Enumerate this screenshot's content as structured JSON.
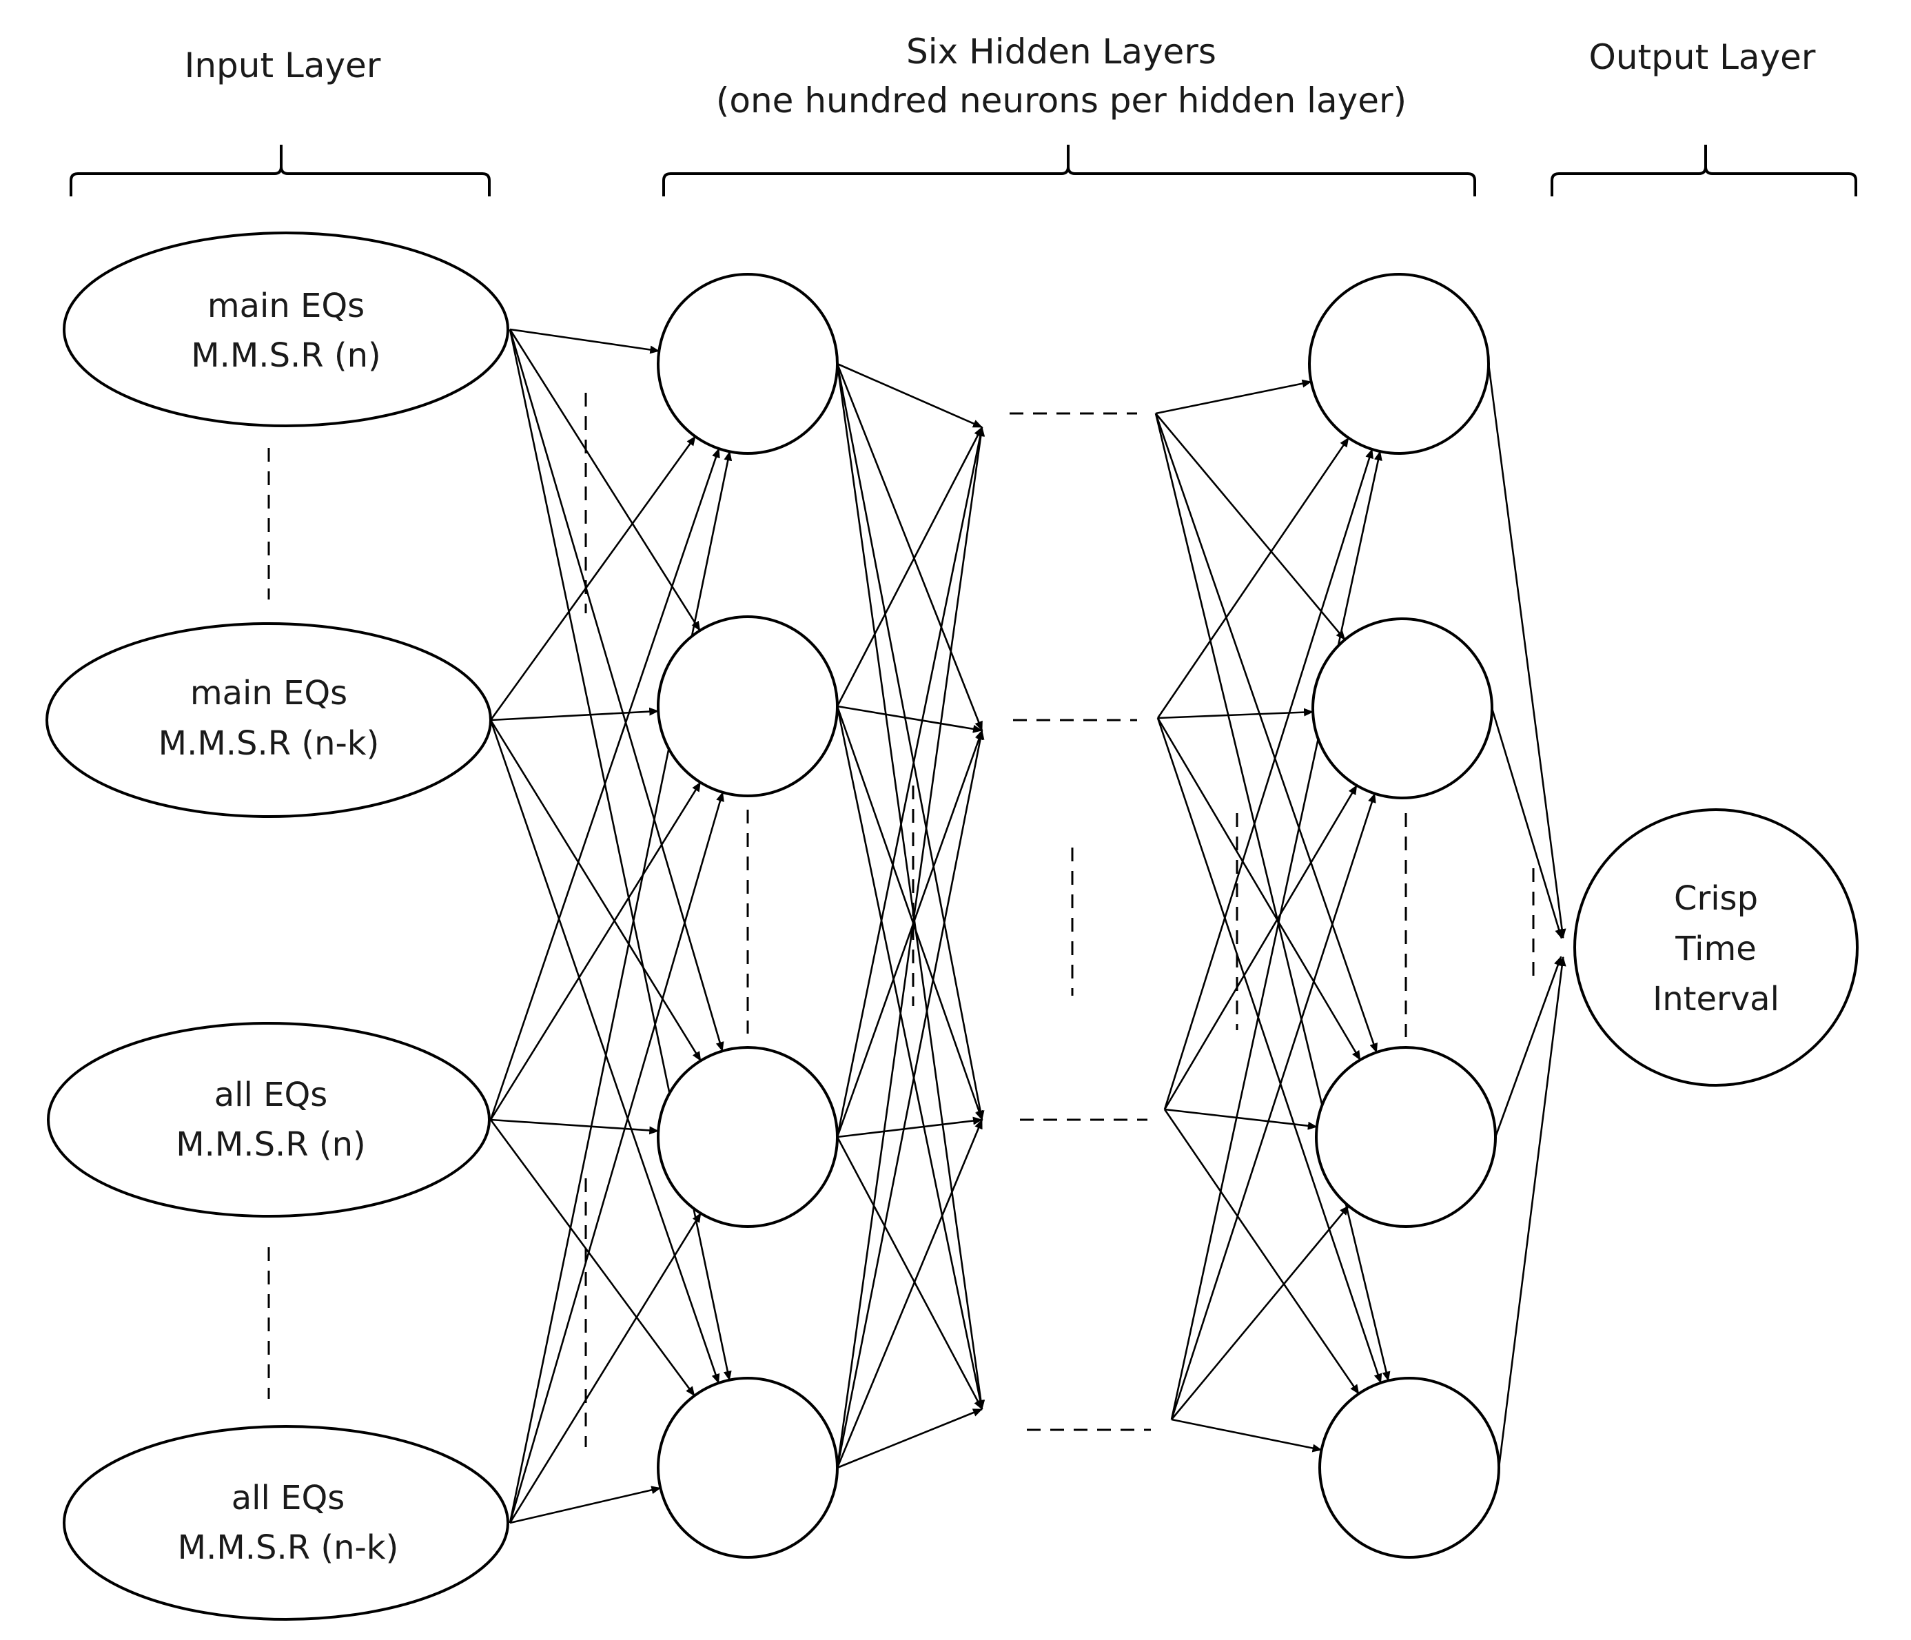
{
  "headers": {
    "input_layer": "Input Layer",
    "hidden_layers_line1": "Six Hidden Layers",
    "hidden_layers_line2": "(one hundred neurons per hidden layer)",
    "output_layer": "Output Layer"
  },
  "input_nodes": [
    {
      "line1": "main EQs",
      "line2": "M.M.S.R (n)"
    },
    {
      "line1": "main EQs",
      "line2": "M.M.S.R (n-k)"
    },
    {
      "line1": "all EQs",
      "line2": "M.M.S.R (n)"
    },
    {
      "line1": "all EQs",
      "line2": "M.M.S.R (n-k)"
    }
  ],
  "output_node": {
    "line1": "Crisp",
    "line2": "Time",
    "line3": "Interval"
  }
}
